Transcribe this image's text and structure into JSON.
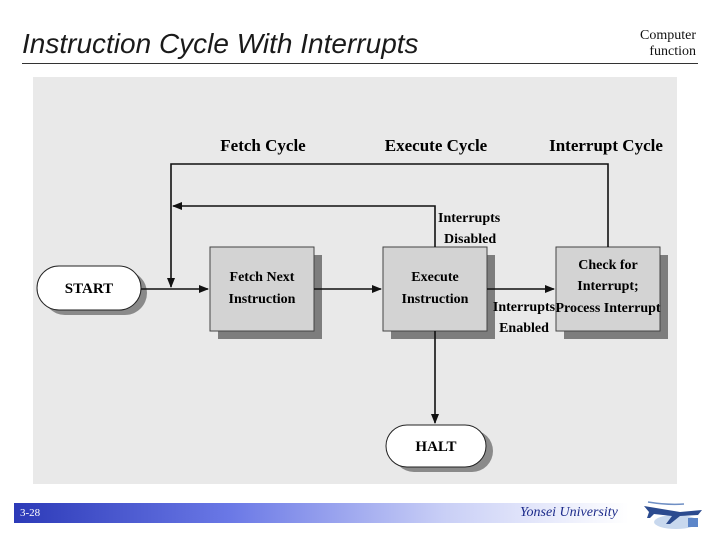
{
  "slide": {
    "title": "Instruction Cycle With Interrupts",
    "corner_label_line1": "Computer",
    "corner_label_line2": "function",
    "slide_number": "3-28",
    "university": "Yonsei University"
  },
  "diagram": {
    "phase_labels": {
      "fetch": "Fetch Cycle",
      "execute": "Execute Cycle",
      "interrupt": "Interrupt Cycle"
    },
    "nodes": {
      "start": "START",
      "fetch_line1": "Fetch Next",
      "fetch_line2": "Instruction",
      "execute_line1": "Execute",
      "execute_line2": "Instruction",
      "check_line1": "Check for",
      "check_line2": "Interrupt;",
      "check_line3": "Process Interrupt",
      "halt": "HALT"
    },
    "edge_labels": {
      "disabled_line1": "Interrupts",
      "disabled_line2": "Disabled",
      "enabled_line1": "Interrupts",
      "enabled_line2": "Enabled"
    }
  },
  "colors": {
    "box_fill": "#d3d3d3",
    "panel_bg": "#e9e9e9",
    "footer_blue": "#2c3ab8"
  }
}
